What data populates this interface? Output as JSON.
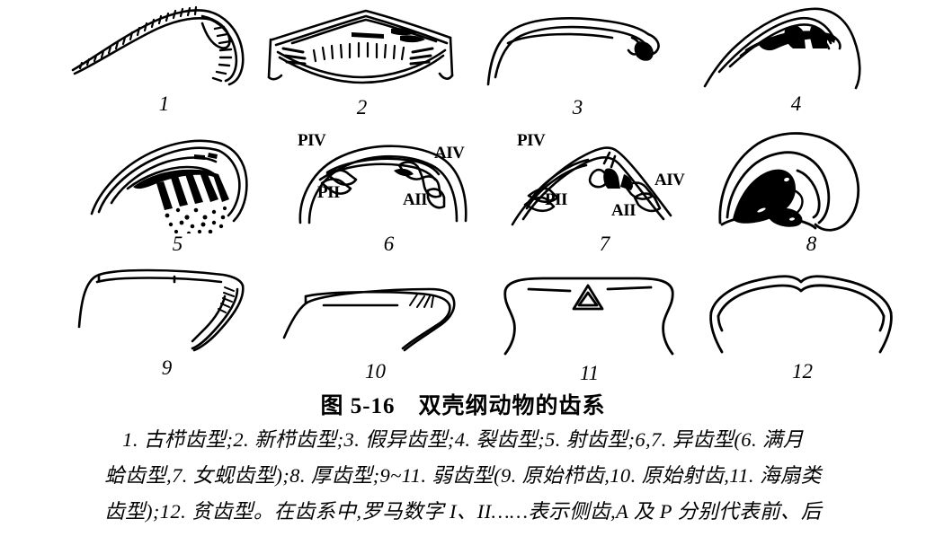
{
  "figure": {
    "title": "图 5-16　双壳纲动物的齿系",
    "caption_lines": [
      "1. 古栉齿型;2. 新栉齿型;3. 假异齿型;4. 裂齿型;5. 射齿型;6,7. 异齿型(6. 满月",
      "蛤齿型,7. 女蚬齿型);8. 厚齿型;9~11. 弱齿型(9. 原始栉齿,10. 原始射齿,11. 海扇类",
      "齿型);12. 贫齿型。在齿系中,罗马数字 I、II……表示侧齿,A 及 P 分别代表前、后"
    ],
    "ink_color": "#000000",
    "background_color": "#ffffff",
    "panels": [
      {
        "number": "1",
        "name": "古栉齿型"
      },
      {
        "number": "2",
        "name": "新栉齿型"
      },
      {
        "number": "3",
        "name": "假异齿型"
      },
      {
        "number": "4",
        "name": "裂齿型"
      },
      {
        "number": "5",
        "name": "射齿型"
      },
      {
        "number": "6",
        "name": "满月蛤齿型",
        "tooth_labels": [
          "PIV",
          "PII",
          "AIV",
          "AII"
        ]
      },
      {
        "number": "7",
        "name": "女蚬齿型",
        "tooth_labels": [
          "PIV",
          "PII",
          "AIV",
          "AII"
        ]
      },
      {
        "number": "8",
        "name": "厚齿型"
      },
      {
        "number": "9",
        "name": "原始栉齿"
      },
      {
        "number": "10",
        "name": "原始射齿"
      },
      {
        "number": "11",
        "name": "海扇类齿型"
      },
      {
        "number": "12",
        "name": "贫齿型"
      }
    ],
    "labels": {
      "p4": "PIV",
      "p2": "PII",
      "a4": "AIV",
      "a2": "AII"
    }
  }
}
